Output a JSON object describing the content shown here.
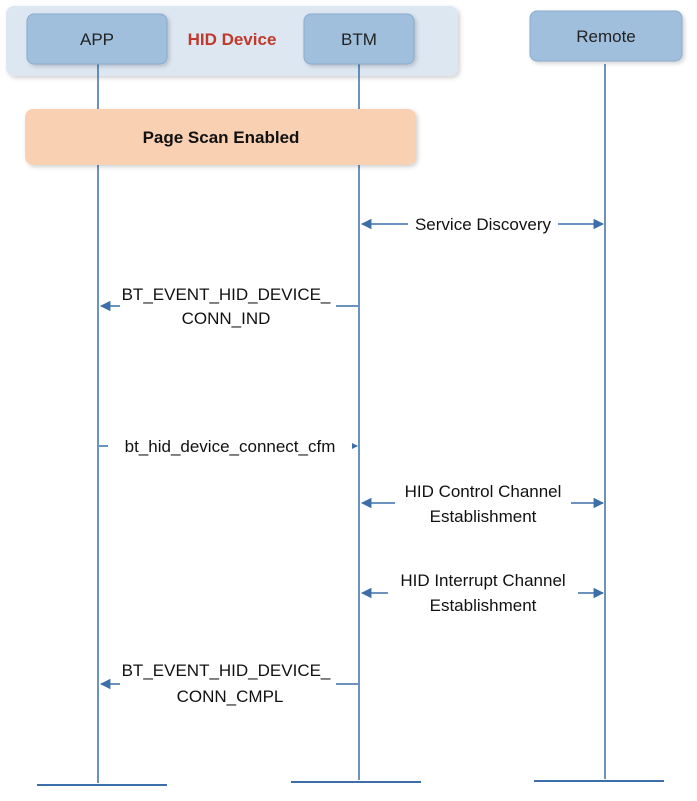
{
  "colors": {
    "group_fill": "#dde7f2",
    "actor_fill": "#9fbfdc",
    "actor_stroke": "#8aaccc",
    "note_fill": "#f9d0b2",
    "lifeline": "#3c6fa8",
    "arrow": "#3c6fa8",
    "group_label": "#c0392b"
  },
  "group": {
    "label": "HID Device"
  },
  "actors": [
    {
      "id": "app",
      "label": "APP"
    },
    {
      "id": "btm",
      "label": "BTM"
    },
    {
      "id": "remote",
      "label": "Remote"
    }
  ],
  "note": {
    "label": "Page Scan Enabled"
  },
  "messages": [
    {
      "id": "service-discovery",
      "lines": [
        "Service Discovery"
      ],
      "from": "btm",
      "to": "remote",
      "direction": "both"
    },
    {
      "id": "conn-ind",
      "lines": [
        "BT_EVENT_HID_DEVICE_",
        "CONN_IND"
      ],
      "from": "btm",
      "to": "app",
      "direction": "left"
    },
    {
      "id": "connect-cfm",
      "lines": [
        "bt_hid_device_connect_cfm"
      ],
      "from": "app",
      "to": "btm",
      "direction": "right"
    },
    {
      "id": "control-channel",
      "lines": [
        "HID Control Channel",
        "Establishment"
      ],
      "from": "btm",
      "to": "remote",
      "direction": "both"
    },
    {
      "id": "interrupt-channel",
      "lines": [
        "HID Interrupt Channel",
        "Establishment"
      ],
      "from": "btm",
      "to": "remote",
      "direction": "both"
    },
    {
      "id": "conn-cmpl",
      "lines": [
        "BT_EVENT_HID_DEVICE_",
        "CONN_CMPL"
      ],
      "from": "btm",
      "to": "app",
      "direction": "left"
    }
  ]
}
